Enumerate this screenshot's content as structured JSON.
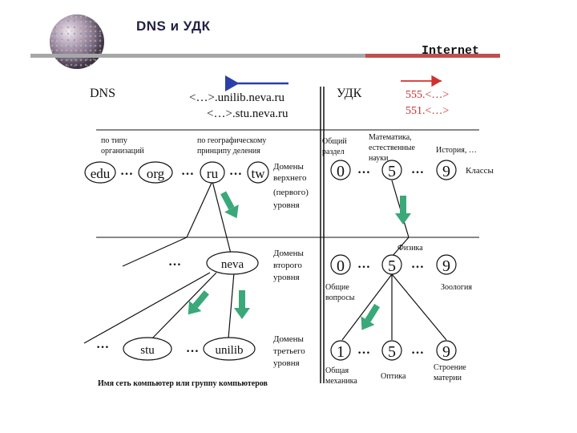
{
  "slide": {
    "title": "DNS и УДК",
    "subtitle": "Internet"
  },
  "diagram": {
    "dns": {
      "heading": "DNS",
      "example1": "<…>.unilib.neva.ru",
      "example2": "<…>.stu.neva.ru",
      "by_type_line1": "по типу",
      "by_type_line2": "организаций",
      "by_geo_line1": "по географическому",
      "by_geo_line2": "принципу деления",
      "nodes": {
        "edu": "edu",
        "org": "org",
        "ru": "ru",
        "tw": "tw",
        "neva": "neva",
        "stu": "stu",
        "unilib": "unilib"
      },
      "level1_line1": "Домены",
      "level1_line2": "верхнего",
      "level1_line3": "(первого)",
      "level1_line4": "уровня",
      "level2_line1": "Домены",
      "level2_line2": "второго",
      "level2_line3": "уровня",
      "level3_line1": "Домены",
      "level3_line2": "третьего",
      "level3_line3": "уровня",
      "caption": "Имя сеть компьютер или группу компьютеров",
      "ellipsis": "…"
    },
    "udk": {
      "heading": "УДК",
      "example1": "555.<…>",
      "example2": "551.<…>",
      "general_line1": "Общий",
      "general_line2": "раздел",
      "math_line1": "Математика,",
      "math_line2": "естественные",
      "math_line3": "науки",
      "history": "История, …",
      "classes": "Классы",
      "physics": "Физика",
      "general_q_line1": "Общие",
      "general_q_line2": "вопросы",
      "zoology": "Зоология",
      "mechanics_line1": "Общая",
      "mechanics_line2": "механика",
      "optics": "Оптика",
      "matter_line1": "Строение",
      "matter_line2": "материи",
      "row1": [
        "0",
        "5",
        "9"
      ],
      "row2": [
        "0",
        "5",
        "9"
      ],
      "row3": [
        "1",
        "5",
        "9"
      ],
      "ellipsis": "…"
    },
    "colors": {
      "blue_arrow": "#2b3fa8",
      "red_arrow": "#d03030",
      "red_text": "#c03030",
      "green_arrow": "#3aa878"
    }
  }
}
